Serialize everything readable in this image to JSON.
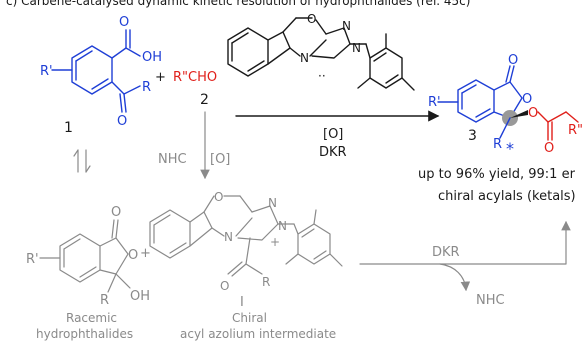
{
  "header": {
    "text": "c) Carbene-catalysed dynamic kinetic resolution of hydrophthalides (ref. 45c)"
  },
  "compound1": {
    "r_prime": "R'",
    "oh": "OH",
    "o_top": "O",
    "r": "R",
    "o_bottom": "O",
    "number": "1"
  },
  "plus1": "+",
  "aldehyde": {
    "formula": "R\"CHO",
    "number": "2"
  },
  "catalyst_top": {
    "o": "O",
    "n1": "N",
    "n2": "N",
    "n3": "N",
    "lone_pair": "··"
  },
  "reaction": {
    "above": "[O]",
    "below": "DKR"
  },
  "product": {
    "r_prime": "R'",
    "o_ring": "O",
    "o_carbonyl": "O",
    "o_ester": "O",
    "o_acyl": "O",
    "r": "R",
    "r2": "R\"",
    "star": "*",
    "number": "3"
  },
  "result": {
    "line1": "up to 96% yield, 99:1 er",
    "line2": "chiral acylals (ketals)"
  },
  "side": {
    "nhc_label": "NHC",
    "oxidant": "[O]"
  },
  "racemic": {
    "r_prime": "R'",
    "o_carbonyl": "O",
    "o_ring": "O",
    "r": "R",
    "oh": "OH",
    "label1": "Racemic",
    "label2": "hydrophthalides"
  },
  "plus2": "+",
  "intermediate": {
    "o": "O",
    "n1": "N",
    "n2": "N",
    "n3": "N",
    "plus": "+",
    "o_acyl": "O",
    "r": "R",
    "number": "I",
    "label1": "Chiral",
    "label2": "acyl azolium intermediate"
  },
  "dkr_bottom": {
    "label": "DKR",
    "nhc_release": "NHC"
  },
  "colors": {
    "blue": "#1f3fd6",
    "red": "#e0201b",
    "black": "#1a1a1a",
    "grey": "#8a8a8a",
    "purple": "#1b1464"
  }
}
